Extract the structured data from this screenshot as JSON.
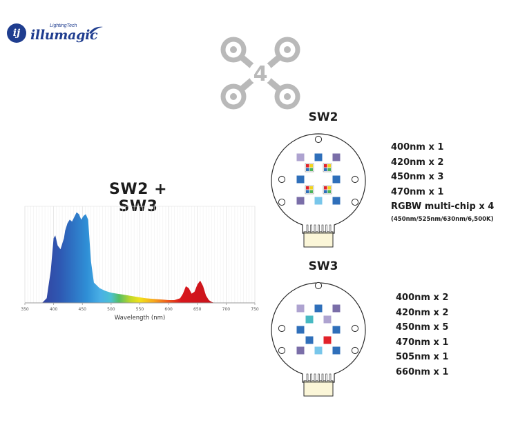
{
  "brand": {
    "name": "illumagic",
    "tagline": "LightingTech",
    "mark": "ij"
  },
  "combo_icon": {
    "label": "4",
    "name": "four-channel-icon"
  },
  "spectrum_panel": {
    "title": "SW2 + SW3",
    "chart_data": {
      "type": "area",
      "xlabel": "Wavelength (nm)",
      "ylabel": "",
      "x_ticks": [
        "350",
        "400",
        "450",
        "500",
        "550",
        "600",
        "650",
        "700",
        "750"
      ],
      "xlim": [
        350,
        750
      ],
      "ylim": [
        0,
        1
      ],
      "grid": true,
      "series": [
        {
          "x": [
            380,
            388,
            395,
            400,
            403,
            407,
            412,
            418,
            420,
            424,
            428,
            432,
            436,
            440,
            444,
            448,
            452,
            456,
            460,
            465,
            470,
            480,
            490,
            500,
            510,
            520,
            530,
            540,
            550,
            560,
            570,
            580,
            590,
            600,
            610,
            620,
            625,
            630,
            635,
            640,
            645,
            650,
            655,
            660,
            665,
            670,
            675,
            680,
            690,
            700
          ],
          "y": [
            0.0,
            0.05,
            0.35,
            0.7,
            0.73,
            0.62,
            0.58,
            0.7,
            0.78,
            0.86,
            0.9,
            0.88,
            0.93,
            0.98,
            0.96,
            0.9,
            0.94,
            0.96,
            0.9,
            0.45,
            0.22,
            0.16,
            0.13,
            0.11,
            0.1,
            0.09,
            0.08,
            0.07,
            0.06,
            0.05,
            0.045,
            0.04,
            0.035,
            0.03,
            0.03,
            0.05,
            0.1,
            0.18,
            0.16,
            0.1,
            0.12,
            0.2,
            0.24,
            0.18,
            0.08,
            0.03,
            0.01,
            0.0,
            0.0,
            0.0
          ]
        }
      ]
    }
  },
  "sw2": {
    "title": "SW2",
    "specs": [
      "400nm x 1",
      "420nm x 2",
      "450nm x 3",
      "470nm x 1",
      "RGBW multi-chip x 4"
    ],
    "note": "(450nm/525nm/630nm/6,500K)",
    "led_colors": {
      "400nm": "#aea3d0",
      "420nm": "#7a6ea8",
      "450nm": "#2f6fba",
      "470nm": "#78c6ea"
    }
  },
  "sw3": {
    "title": "SW3",
    "specs": [
      "400nm x 2",
      "420nm x 2",
      "450nm x 5",
      "470nm x 1",
      "505nm x 1",
      "660nm x 1"
    ],
    "led_colors": {
      "400nm": "#aea3d0",
      "420nm": "#7a6ea8",
      "450nm": "#2f6fba",
      "470nm": "#78c6ea",
      "505nm": "#47b9c2",
      "660nm": "#e2222a"
    }
  }
}
